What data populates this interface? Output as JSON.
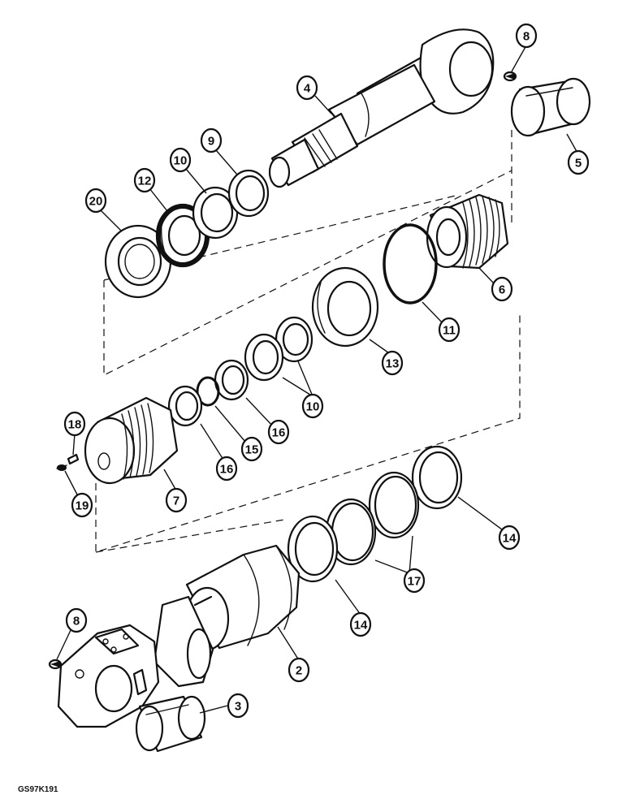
{
  "reference_code": "GS97K191",
  "callouts": [
    {
      "id": "c8-top",
      "label": "8"
    },
    {
      "id": "c4",
      "label": "4"
    },
    {
      "id": "c5",
      "label": "5"
    },
    {
      "id": "c9",
      "label": "9"
    },
    {
      "id": "c10-top",
      "label": "10"
    },
    {
      "id": "c12",
      "label": "12"
    },
    {
      "id": "c20",
      "label": "20"
    },
    {
      "id": "c6",
      "label": "6"
    },
    {
      "id": "c11",
      "label": "11"
    },
    {
      "id": "c13",
      "label": "13"
    },
    {
      "id": "c10-mid",
      "label": "10"
    },
    {
      "id": "c16-right",
      "label": "16"
    },
    {
      "id": "c15",
      "label": "15"
    },
    {
      "id": "c16-left",
      "label": "16"
    },
    {
      "id": "c18",
      "label": "18"
    },
    {
      "id": "c19",
      "label": "19"
    },
    {
      "id": "c7",
      "label": "7"
    },
    {
      "id": "c14-right",
      "label": "14"
    },
    {
      "id": "c17",
      "label": "17"
    },
    {
      "id": "c14-left",
      "label": "14"
    },
    {
      "id": "c8-bottom",
      "label": "8"
    },
    {
      "id": "c2",
      "label": "2"
    },
    {
      "id": "c3",
      "label": "3"
    }
  ]
}
